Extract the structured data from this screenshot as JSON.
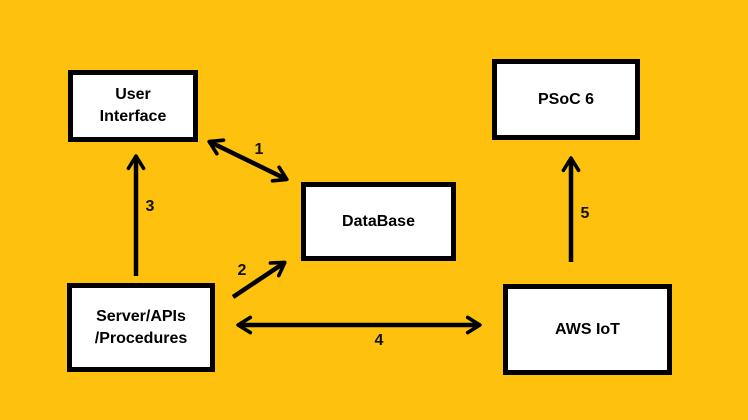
{
  "colors": {
    "background": "#fec20e",
    "box_fill": "#ffffff",
    "line": "#000000"
  },
  "diagram": {
    "nodes": {
      "user_interface": {
        "label": "User\nInterface"
      },
      "psoc6": {
        "label": "PSoC 6"
      },
      "database": {
        "label": "DataBase"
      },
      "server": {
        "label": "Server/APIs\n/Procedures"
      },
      "aws_iot": {
        "label": "AWS IoT"
      }
    },
    "edges": [
      {
        "label": "1",
        "from": "user_interface",
        "to": "database",
        "direction": "bidirectional"
      },
      {
        "label": "2",
        "from": "server",
        "to": "database",
        "direction": "one-way"
      },
      {
        "label": "3",
        "from": "server",
        "to": "user_interface",
        "direction": "one-way"
      },
      {
        "label": "4",
        "from": "server",
        "to": "aws_iot",
        "direction": "bidirectional"
      },
      {
        "label": "5",
        "from": "aws_iot",
        "to": "psoc6",
        "direction": "one-way"
      }
    ]
  }
}
